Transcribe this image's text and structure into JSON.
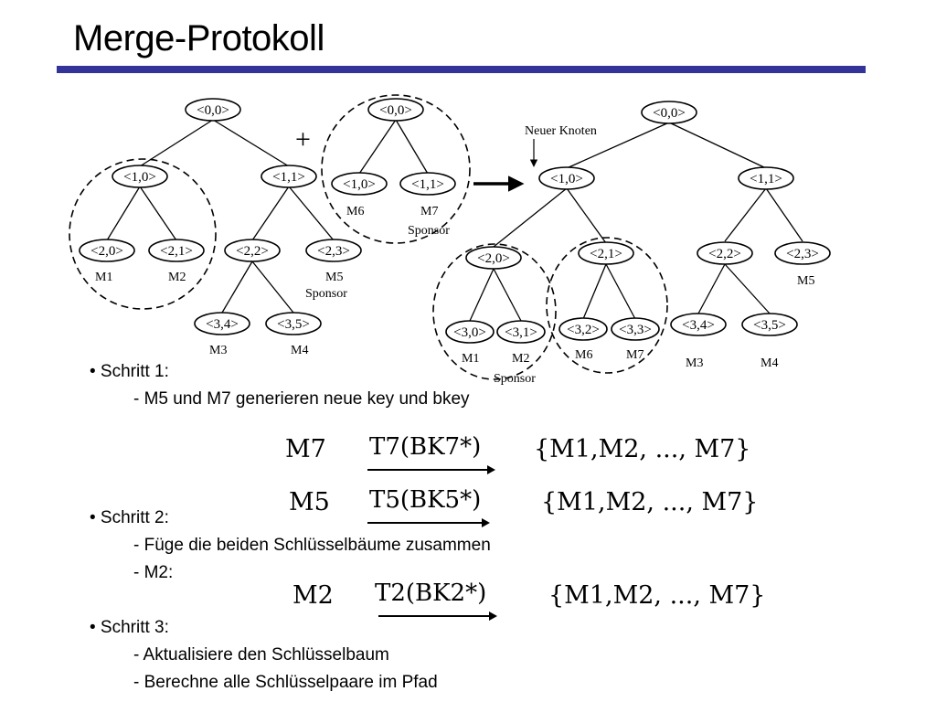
{
  "title": "Merge-Protokoll",
  "diagram": {
    "nodes": {
      "a00": "<0,0>",
      "a10": "<1,0>",
      "a11": "<1,1>",
      "a20": "<2,0>",
      "a21": "<2,1>",
      "a22": "<2,2>",
      "a23": "<2,3>",
      "a34": "<3,4>",
      "a35": "<3,5>",
      "b00": "<0,0>",
      "b10": "<1,0>",
      "b11": "<1,1>",
      "c00": "<0,0>",
      "c10": "<1,0>",
      "c11": "<1,1>",
      "c20": "<2,0>",
      "c21": "<2,1>",
      "c22": "<2,2>",
      "c23": "<2,3>",
      "c30": "<3,0>",
      "c31": "<3,1>",
      "c32": "<3,2>",
      "c33": "<3,3>",
      "c34": "<3,4>",
      "c35": "<3,5>"
    },
    "labels": {
      "plus": "+",
      "m1a": "M1",
      "m2a": "M2",
      "m5a": "M5",
      "sponsor_a": "Sponsor",
      "m3a": "M3",
      "m4a": "M4",
      "m6b": "M6",
      "m7b": "M7",
      "sponsor_b": "Sponsor",
      "neuer_knoten": "Neuer Knoten",
      "m1c": "M1",
      "m2c": "M2",
      "sponsor_c": "Sponsor",
      "m6c": "M6",
      "m7c": "M7",
      "m5c": "M5",
      "m3c": "M3",
      "m4c": "M4"
    }
  },
  "steps": [
    {
      "head": "• Schritt 1:",
      "lines": [
        "- M5 und M7 generieren neue key und bkey"
      ]
    },
    {
      "head": "• Schritt 2:",
      "lines": [
        "- Füge die beiden Schlüsselbäume zusammen",
        "- M2:"
      ]
    },
    {
      "head": "• Schritt 3:",
      "lines": [
        "- Aktualisiere den Schlüsselbaum",
        "- Berechne alle Schlüsselpaare im Pfad"
      ]
    }
  ],
  "formulas": [
    {
      "who": "M7",
      "fn": "T7(BK7*)",
      "set": "{M1,M2, ..., M7}"
    },
    {
      "who": "M5",
      "fn": "T5(BK5*)",
      "set": "{M1,M2, ..., M7}"
    },
    {
      "who": "M2",
      "fn": "T2(BK2*)",
      "set": "{M1,M2, ..., M7}"
    }
  ]
}
